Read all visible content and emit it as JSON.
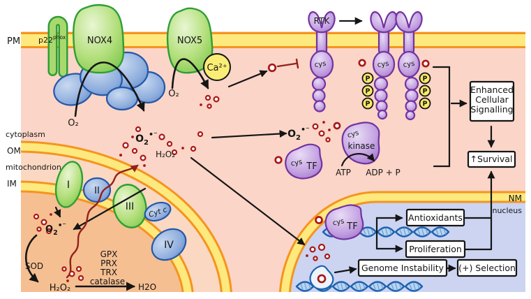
{
  "labels": {
    "pm": "PM",
    "cytoplasm": "cytoplasm",
    "om": "OM",
    "mitochondrion": "mitochondrion",
    "im": "IM",
    "nm": "NM",
    "nucleus": "nucleus"
  },
  "molecules": {
    "o2": "O₂",
    "superoxide_base": "O",
    "superoxide_sub": "2",
    "superoxide_sup": "•⁻",
    "h2o2": "H₂O₂",
    "h2o": "H2O",
    "atp": "ATP",
    "adp_p": "ADP + P",
    "ca": "Ca²⁺",
    "p": "P"
  },
  "proteins": {
    "p22_base": "p22",
    "p22_sup": "phox",
    "nox4": "NOX4",
    "nox5": "NOX5",
    "rtk": "RTK",
    "cys": "cys",
    "kinase": "kinase",
    "tf": "TF",
    "complex_i": "I",
    "complex_ii": "II",
    "complex_iii": "III",
    "complex_iv": "IV",
    "cyt_c": "Cyt c"
  },
  "enzymes": {
    "sod": "SOD",
    "gpx": "GPX",
    "prx": "PRX",
    "trx": "TRX",
    "catalase": "catalase"
  },
  "boxes": {
    "enhanced_line1": "Enhanced",
    "enhanced_line2": "Cellular",
    "enhanced_line3": "Signalling",
    "survival": "↑Survival",
    "antioxidants": "Antioxidants",
    "proliferation": "Proliferation",
    "genome_instability": "Genome Instability",
    "selection": "(+) Selection"
  },
  "colors": {
    "membrane_yellow": "#FDE97E",
    "membrane_orange": "#F5941E",
    "cytoplasm": "#FBD5C8",
    "mito_matrix": "#F5BF92",
    "mito_intermembrane": "#FAD8C2",
    "nucleus": "#CCD4F2",
    "ros_red": "#A81818",
    "inhibition_red": "#92211B",
    "protein_green": "#2E9E36",
    "complex_blue": "#2457A8",
    "protein_purple": "#7233A0",
    "phospho_yellow": "#FBE96A"
  }
}
